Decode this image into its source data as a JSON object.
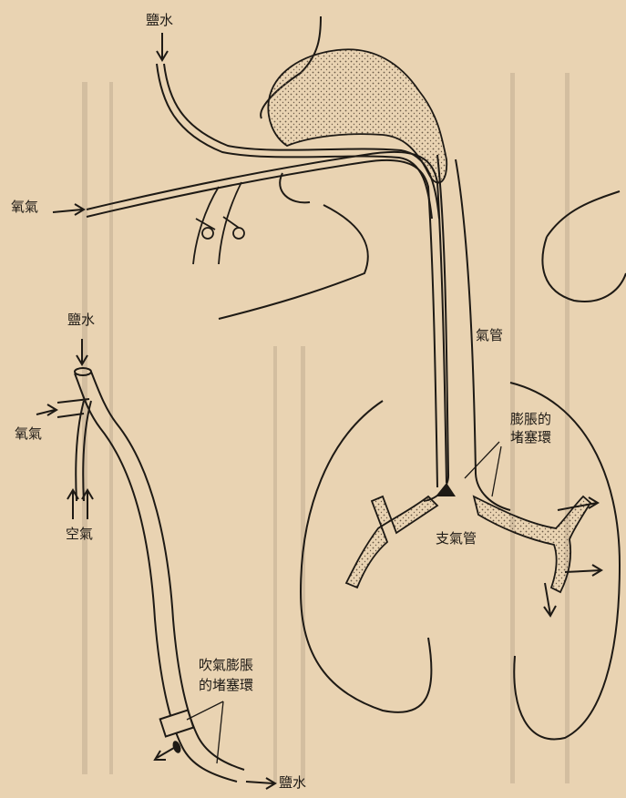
{
  "labels": {
    "saline_top": "鹽水",
    "oxygen_left": "氧氣",
    "saline_side": "鹽水",
    "oxygen_side": "氧氣",
    "air": "空氣",
    "trachea": "氣管",
    "inflated_cuff_right_line1": "膨脹的",
    "inflated_cuff_right_line2": "堵塞環",
    "bronchus": "支氣管",
    "inflated_cuff_bottom_line1": "吹氣膨脹",
    "inflated_cuff_bottom_line2": "的堵塞環",
    "saline_bottom": "鹽水"
  },
  "colors": {
    "paper": "#e9d3b2",
    "ink": "#1e1a15",
    "stipple": "#6b5a48"
  }
}
